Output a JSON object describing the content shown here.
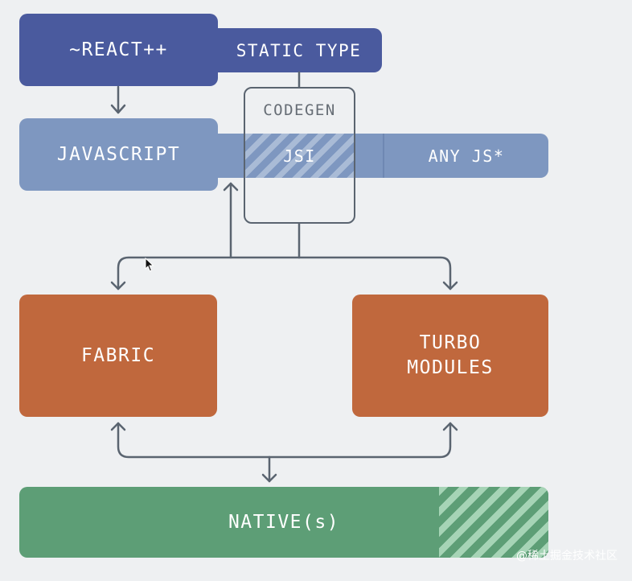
{
  "boxes": {
    "react": "~REACT++",
    "static_type": "STATIC TYPE",
    "javascript": "JAVASCRIPT",
    "codegen": "CODEGEN",
    "jsi": "JSI",
    "any_js": "ANY JS*",
    "fabric": "FABRIC",
    "turbo_modules": "TURBO\nMODULES",
    "native": "NATIVE(s)"
  },
  "credit": "@稀土掘金技术社区",
  "colors": {
    "react_blue": "#4a5a9e",
    "javascript_blue": "#7e97c0",
    "orange": "#c0683d",
    "green": "#5d9e76",
    "connector": "#5a6470",
    "background": "#eef0f2"
  },
  "icons": {
    "cursor": "mouse-pointer-icon"
  }
}
